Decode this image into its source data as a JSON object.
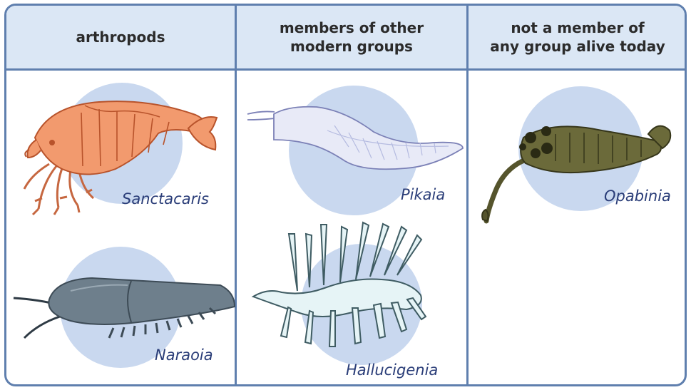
{
  "columns": {
    "arthropods": {
      "header": [
        "arthropods"
      ]
    },
    "modern": {
      "header": [
        "members of other",
        "modern groups"
      ]
    },
    "extinct": {
      "header": [
        "not a member of",
        "any group alive today"
      ]
    }
  },
  "species": {
    "sanctacaris": "Sanctacaris",
    "naraoia": "Naraoia",
    "pikaia": "Pikaia",
    "hallucigenia": "Hallucigenia",
    "opabinia": "Opabinia"
  },
  "colors": {
    "border": "#5f7fae",
    "header_bg": "#dbe7f5",
    "disc": "#c9d8ef",
    "label": "#2a3d78",
    "sanctacaris": "#f29a6e",
    "naraoia": "#6e7f8c",
    "pikaia": "#e8eaf7",
    "hallucigenia": "#e6f4f6",
    "opabinia": "#6b6a3a"
  },
  "icons": [
    "sanctacaris-icon",
    "naraoia-icon",
    "pikaia-icon",
    "hallucigenia-icon",
    "opabinia-icon"
  ]
}
